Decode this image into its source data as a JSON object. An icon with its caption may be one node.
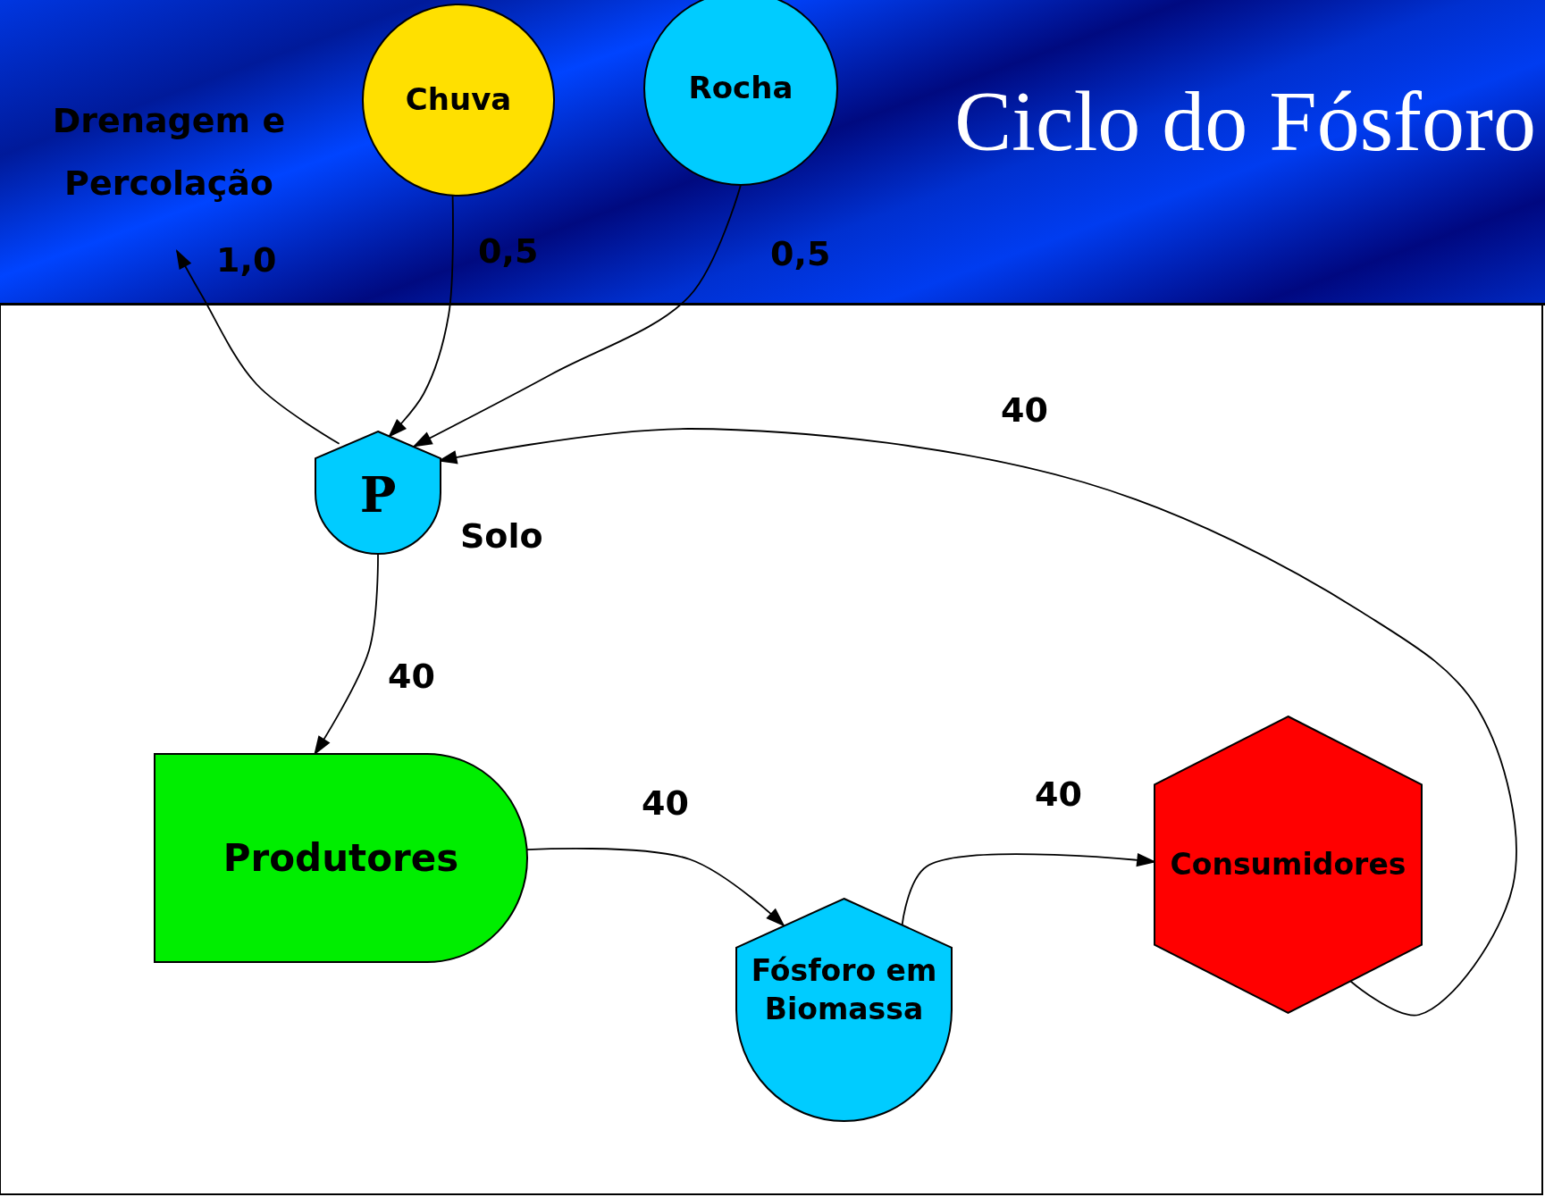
{
  "diagram": {
    "title": "Ciclo do Fósforo",
    "nodes": [
      {
        "text": [
          "Drenagem e Percolação"
        ]
      },
      {
        "text": [
          "Chuva"
        ]
      },
      {
        "text": [
          "Rocha"
        ]
      },
      {
        "text": [
          "P"
        ],
        "beside": [
          "Solo"
        ]
      },
      {
        "text": [
          "Produtores"
        ]
      },
      {
        "text": [
          "Fósforo em Biomassa"
        ]
      },
      {
        "text": [
          "Consumidores"
        ]
      }
    ],
    "edges": [
      {
        "from": 3,
        "to": 0,
        "arrow": "to",
        "label": "1,0"
      },
      {
        "from": 1,
        "to": 3,
        "arrow": "to",
        "label": "0,5"
      },
      {
        "from": 2,
        "to": 3,
        "arrow": "to",
        "label": "0,5"
      },
      {
        "from": 6,
        "to": 3,
        "arrow": "to",
        "label": "40"
      },
      {
        "from": 3,
        "to": 4,
        "arrow": "to",
        "label": "40"
      },
      {
        "from": 4,
        "to": 5,
        "arrow": "to",
        "label": "40"
      },
      {
        "from": 5,
        "to": 6,
        "arrow": "to",
        "label": "40"
      }
    ]
  }
}
